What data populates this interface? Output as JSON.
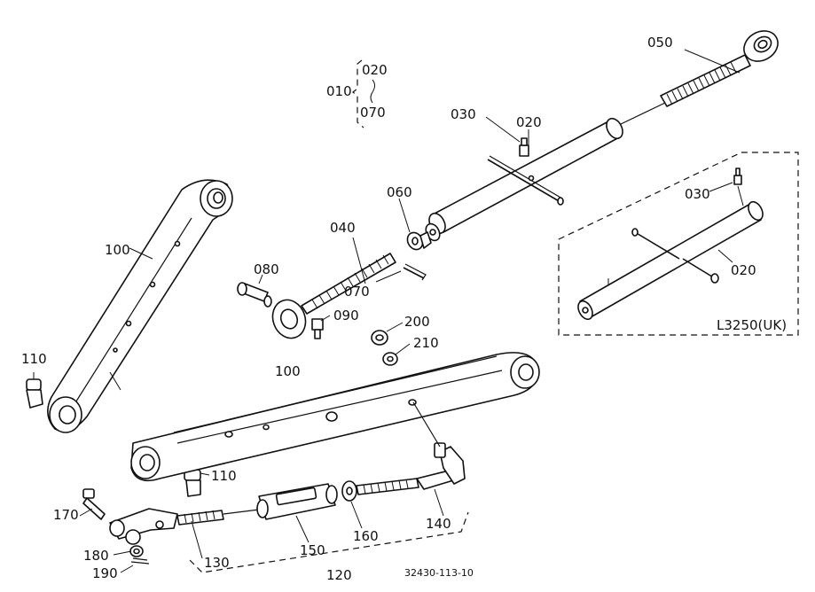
{
  "labels": {
    "p010": "010",
    "p020_group": "020",
    "p070_group": "070",
    "p050": "050",
    "p030": "030",
    "p020": "020",
    "p060": "060",
    "p040": "040",
    "p080": "080",
    "p070": "070",
    "p090": "090",
    "p100_upper": "100",
    "p100_lower": "100",
    "p110_upper": "110",
    "p110_lower": "110",
    "p200": "200",
    "p210": "210",
    "p170": "170",
    "p180": "180",
    "p190": "190",
    "p130": "130",
    "p150": "150",
    "p160": "160",
    "p140": "140",
    "p120": "120",
    "inset_030": "030",
    "inset_020": "020",
    "inset_model": "L3250(UK)"
  },
  "figure_code": "32430-113-10"
}
